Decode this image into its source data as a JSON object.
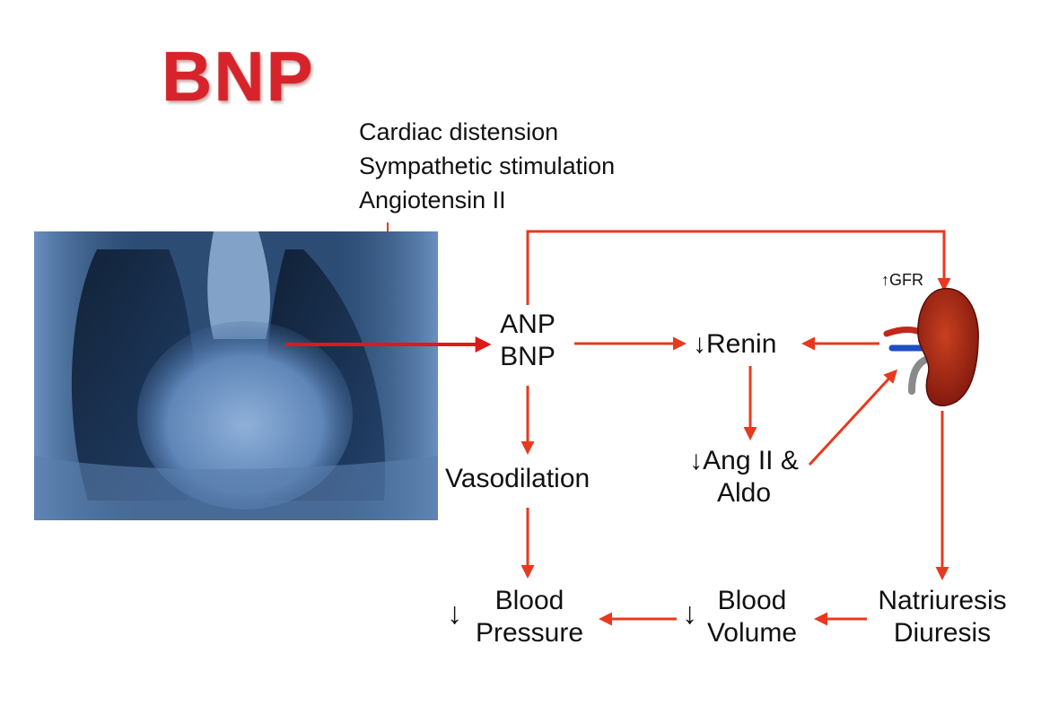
{
  "title": "BNP",
  "triggers": [
    "Cardiac distension",
    "Sympathetic stimulation",
    "Angiotensin II"
  ],
  "nodes": {
    "peptides": [
      "ANP",
      "BNP"
    ],
    "renin": "Renin",
    "ang_aldo": [
      "Ang II &",
      "Aldo"
    ],
    "vasodilation": "Vasodilation",
    "blood_pressure": [
      "Blood",
      "Pressure"
    ],
    "blood_volume": [
      "Blood",
      "Volume"
    ],
    "natriuresis": [
      "Natriuresis",
      "Diuresis"
    ],
    "gfr": "GFR"
  },
  "symbols": {
    "down": "↓",
    "up": "↑"
  },
  "colors": {
    "title": "#d8232a",
    "arrow": "#e8391f",
    "xray_arrow": "#e01818",
    "kidney": "#8b1a10",
    "vessel_blue": "#1e4fc4",
    "vessel_red": "#c0281c",
    "vessel_gray": "#8a8a8a"
  },
  "icons": {
    "kidney": "kidney-icon",
    "xray": "chest-xray-image"
  }
}
